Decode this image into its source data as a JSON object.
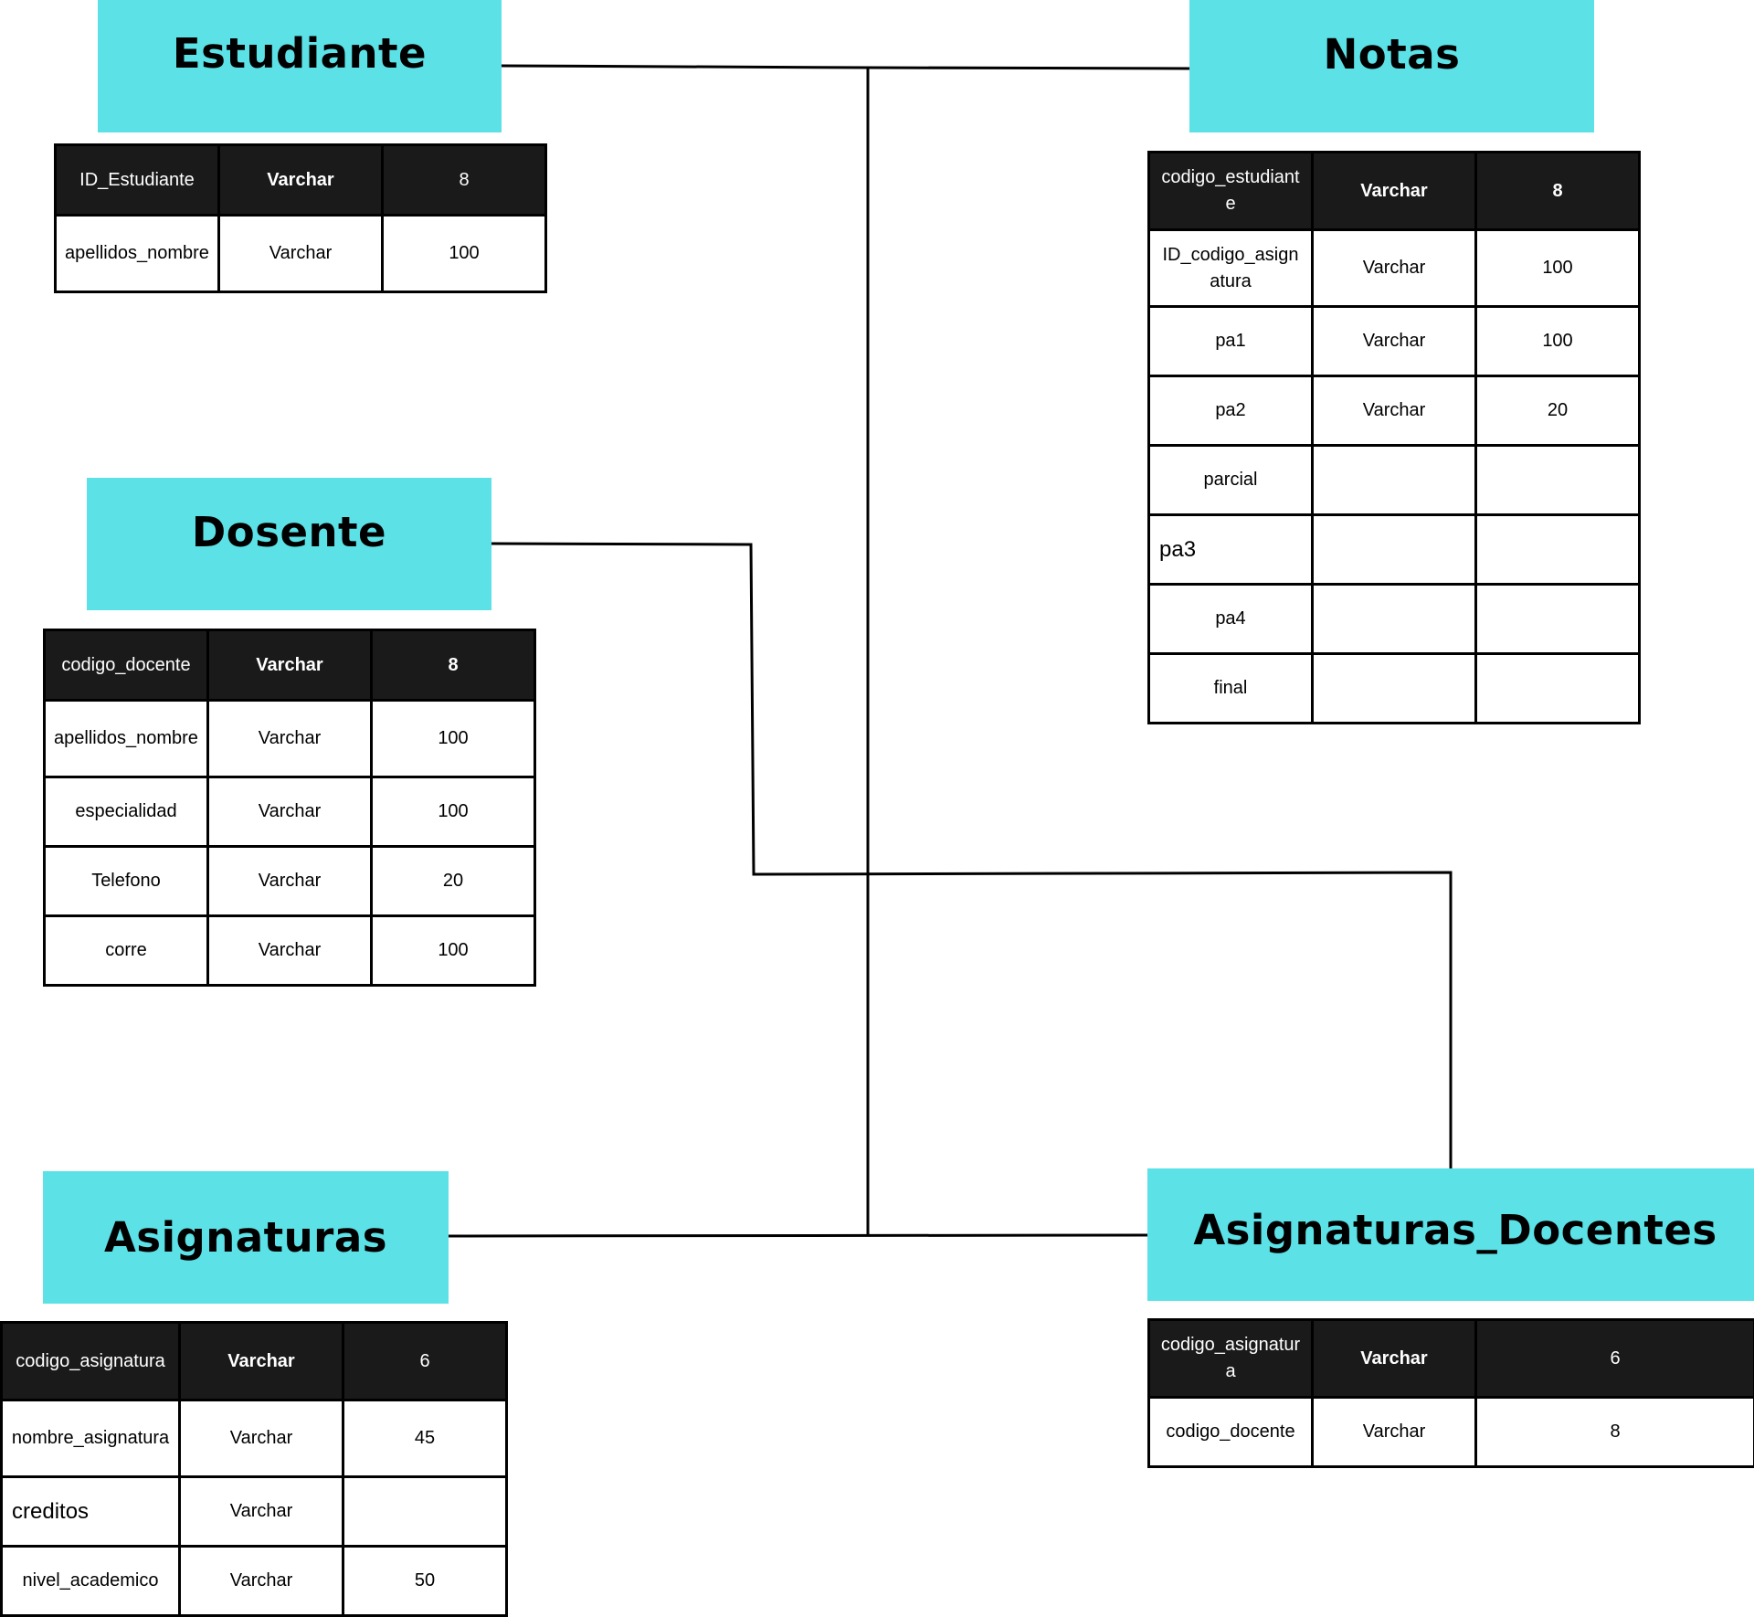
{
  "colors": {
    "title_fill": "#5ce1e6",
    "header_fill": "#1a1a1a",
    "header_text": "#ffffff",
    "line": "#000000"
  },
  "entities": {
    "estudiante": {
      "title": "Estudiante",
      "rows": [
        [
          "ID_Estudiante",
          "Varchar",
          "8"
        ],
        [
          "apellidos_nombre",
          "Varchar",
          "100"
        ]
      ]
    },
    "notas": {
      "title": "Notas",
      "rows": [
        [
          "codigo_estudiante",
          "Varchar",
          "8"
        ],
        [
          "ID_codigo_asignatura",
          "Varchar",
          "100"
        ],
        [
          "pa1",
          "Varchar",
          "100"
        ],
        [
          "pa2",
          "Varchar",
          "20"
        ],
        [
          "parcial",
          "",
          ""
        ],
        [
          "pa3",
          "",
          ""
        ],
        [
          "pa4",
          "",
          ""
        ],
        [
          "final",
          "",
          ""
        ]
      ]
    },
    "dosente": {
      "title": "Dosente",
      "rows": [
        [
          "codigo_docente",
          "Varchar",
          "8"
        ],
        [
          "apellidos_nombre",
          "Varchar",
          "100"
        ],
        [
          "especialidad",
          "Varchar",
          "100"
        ],
        [
          "Telefono",
          "Varchar",
          "20"
        ],
        [
          "corre",
          "Varchar",
          "100"
        ]
      ]
    },
    "asignaturas": {
      "title": "Asignaturas",
      "rows": [
        [
          "codigo_asignatura",
          "Varchar",
          "6"
        ],
        [
          "nombre_asignatura",
          "Varchar",
          "45"
        ],
        [
          "creditos",
          "Varchar",
          ""
        ],
        [
          "nivel_academico",
          "Varchar",
          "50"
        ]
      ]
    },
    "asignaturas_docentes": {
      "title": "Asignaturas_Docentes",
      "rows": [
        [
          "codigo_asignatura",
          "Varchar",
          "6"
        ],
        [
          "codigo_docente",
          "Varchar",
          "8"
        ]
      ]
    }
  }
}
